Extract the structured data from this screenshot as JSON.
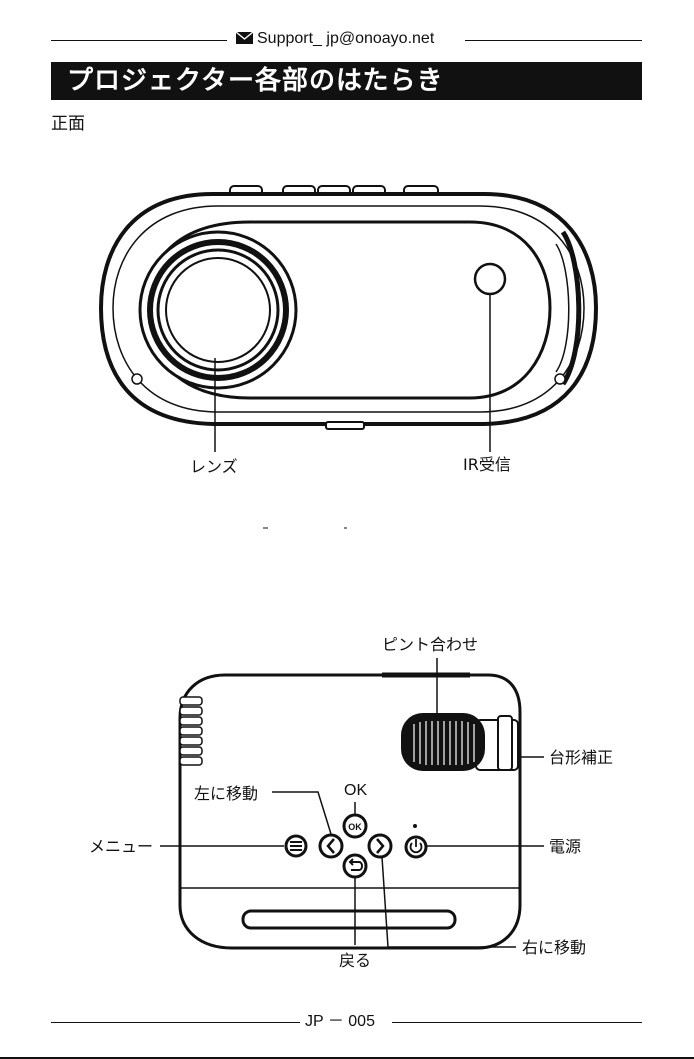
{
  "header": {
    "email": "Support_ jp@onoayo.net",
    "title": "プロジェクター各部のはたらき"
  },
  "front": {
    "section_title": "正面",
    "labels": {
      "lens": "レンズ",
      "ir": "IR受信"
    }
  },
  "top": {
    "labels": {
      "focus": "ピント合わせ",
      "keystone": "台形補正",
      "move_left": "左に移動",
      "ok": "OK",
      "menu": "メニュー",
      "power": "電源",
      "back": "戻る",
      "move_right": "右に移動"
    },
    "buttons": {
      "ok_icon_text": "OK"
    }
  },
  "footer": {
    "page": "JP － 005"
  }
}
